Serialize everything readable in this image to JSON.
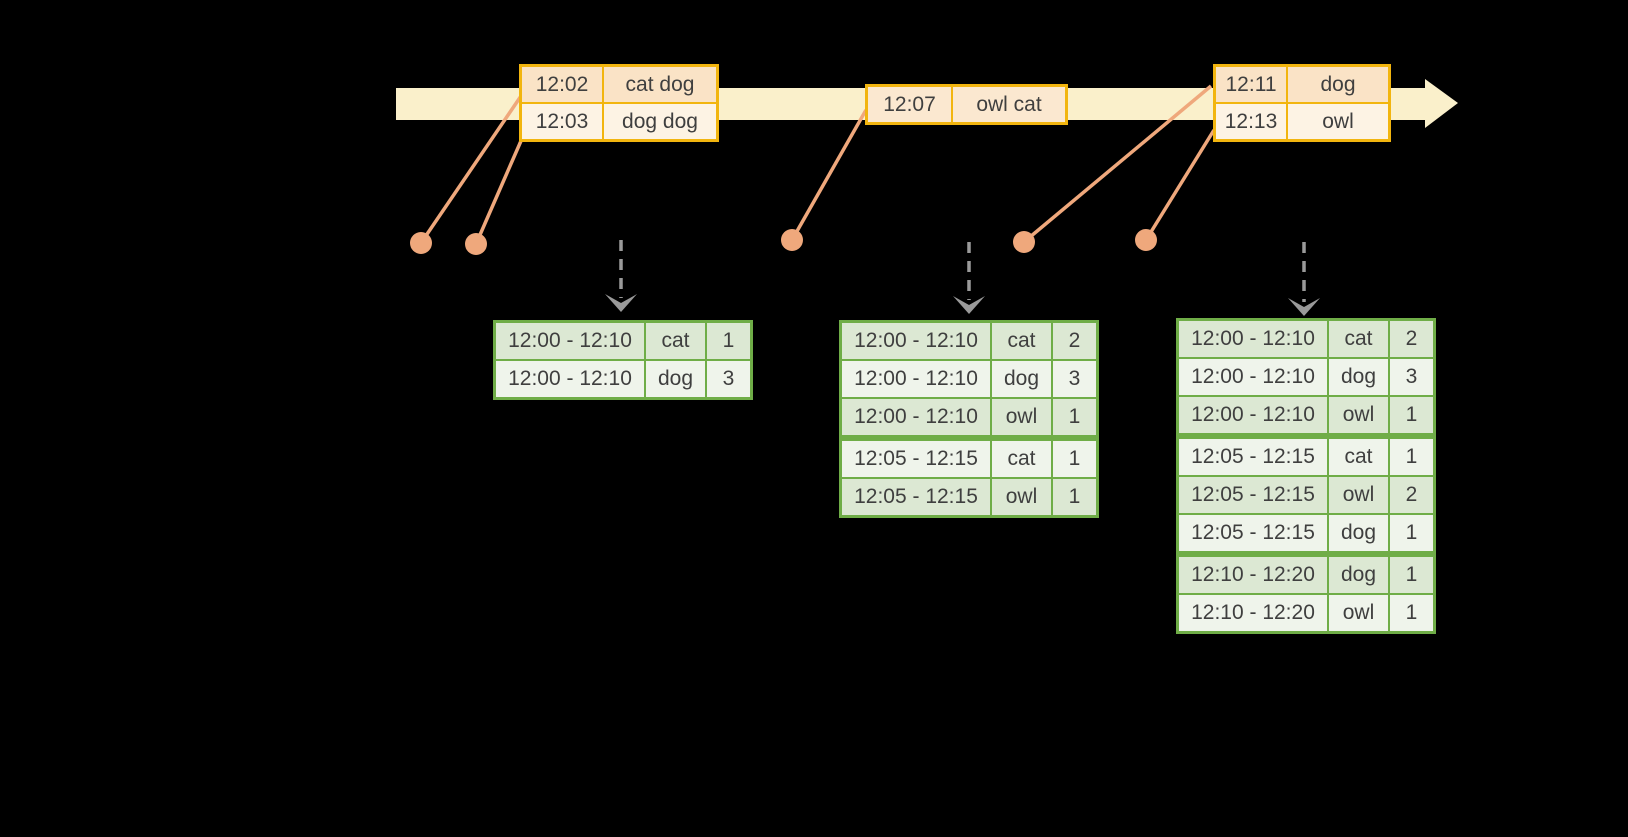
{
  "palette": {
    "background": "#000000",
    "timeline_fill": "#FAF0CB",
    "event_table_border": "#F2B50F",
    "event_row_dark": "#FAE3C6",
    "event_row_light": "#FDF3E4",
    "event_single_fill": "#FBE8D0",
    "result_table_border": "#6FAD47",
    "result_row_dark": "#DCE8D3",
    "result_row_light": "#EFF4EB",
    "connector_salmon": "#EFA87C",
    "dashed_arrow_gray": "#9A9A9A",
    "text": "#3F3F3F"
  },
  "timeline": {
    "event_tables": [
      {
        "rows": [
          {
            "time": "12:02",
            "words": "cat dog"
          },
          {
            "time": "12:03",
            "words": "dog dog"
          }
        ]
      },
      {
        "rows": [
          {
            "time": "12:07",
            "words": "owl cat"
          }
        ]
      },
      {
        "rows": [
          {
            "time": "12:11",
            "words": "dog"
          },
          {
            "time": "12:13",
            "words": "owl"
          }
        ]
      }
    ]
  },
  "result_tables": [
    {
      "rows": [
        {
          "window": "12:00 - 12:10",
          "word": "cat",
          "count": "1"
        },
        {
          "window": "12:00 - 12:10",
          "word": "dog",
          "count": "3"
        }
      ]
    },
    {
      "rows": [
        {
          "window": "12:00 - 12:10",
          "word": "cat",
          "count": "2"
        },
        {
          "window": "12:00 - 12:10",
          "word": "dog",
          "count": "3"
        },
        {
          "window": "12:00 - 12:10",
          "word": "owl",
          "count": "1"
        },
        {
          "window": "12:05 - 12:15",
          "word": "cat",
          "count": "1"
        },
        {
          "window": "12:05 - 12:15",
          "word": "owl",
          "count": "1"
        }
      ]
    },
    {
      "rows": [
        {
          "window": "12:00 - 12:10",
          "word": "cat",
          "count": "2"
        },
        {
          "window": "12:00 - 12:10",
          "word": "dog",
          "count": "3"
        },
        {
          "window": "12:00 - 12:10",
          "word": "owl",
          "count": "1"
        },
        {
          "window": "12:05 - 12:15",
          "word": "cat",
          "count": "1"
        },
        {
          "window": "12:05 - 12:15",
          "word": "owl",
          "count": "2"
        },
        {
          "window": "12:05 - 12:15",
          "word": "dog",
          "count": "1"
        },
        {
          "window": "12:10 - 12:20",
          "word": "dog",
          "count": "1"
        },
        {
          "window": "12:10 - 12:20",
          "word": "owl",
          "count": "1"
        }
      ]
    }
  ]
}
